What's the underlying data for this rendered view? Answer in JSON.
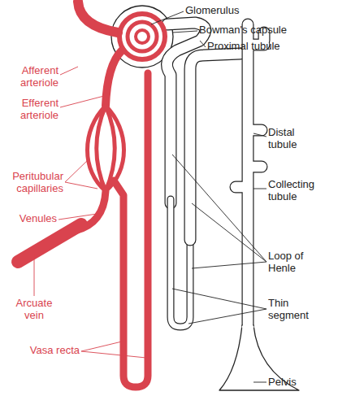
{
  "diagram": {
    "labels": [
      "Glomerulus",
      "Bowman's capsule",
      "Proximal tubule",
      "Afferent arteriole",
      "Efferent arteriole",
      "Distal tubule",
      "Collecting tubule",
      "Loop of Henle",
      "Peritubular capillaries",
      "Venules",
      "Arcuate vein",
      "Thin segment",
      "Vasa recta",
      "Pelvis"
    ]
  }
}
